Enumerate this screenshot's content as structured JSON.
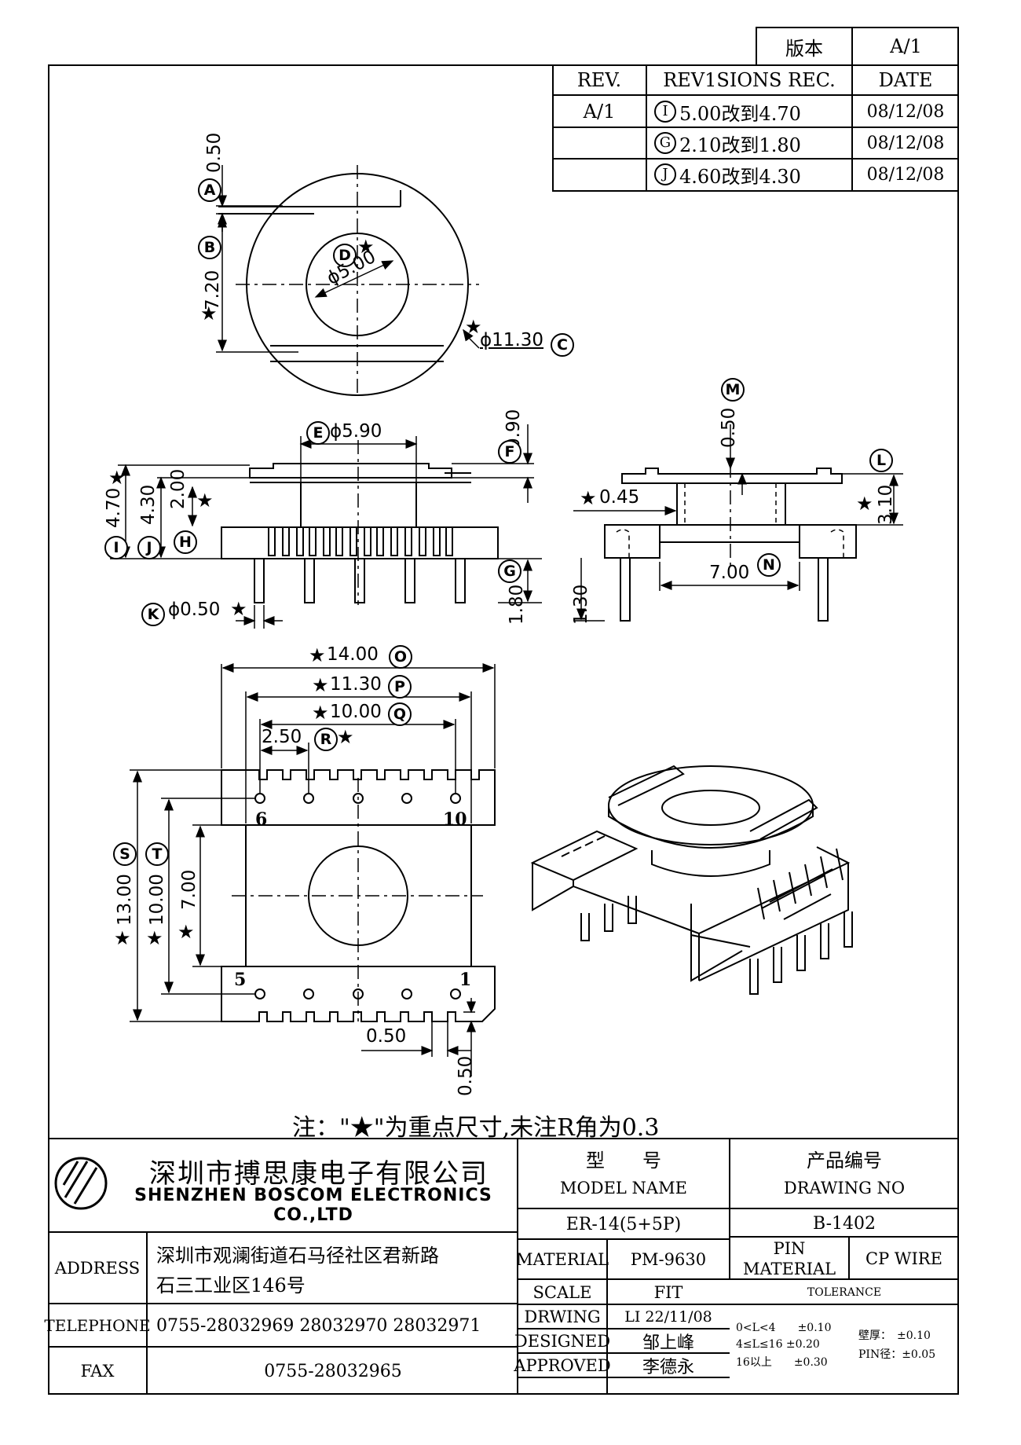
{
  "version_box": {
    "label": "版本",
    "value": "A/1"
  },
  "revisions": {
    "headers": [
      "REV.",
      "REV1SIONS REC.",
      "DATE"
    ],
    "rows": [
      {
        "rev": "A/1",
        "letter": "I",
        "text": "5.00改到4.70",
        "date": "08/12/08"
      },
      {
        "rev": "",
        "letter": "G",
        "text": "2.10改到1.80",
        "date": "08/12/08"
      },
      {
        "rev": "",
        "letter": "J",
        "text": "4.60改到4.30",
        "date": "08/12/08"
      }
    ]
  },
  "dims": {
    "A": "0.50",
    "B": "7.20",
    "D": "ϕ5.00",
    "C": "ϕ11.30",
    "E": "ϕ5.90",
    "F": "0.90",
    "H": "2.00",
    "J": "4.30",
    "I": "4.70",
    "K": "ϕ0.50",
    "G": "1.80",
    "M": "0.50",
    "L": "3.10",
    "N": "7.00",
    "side_045": "0.45",
    "side_130": "1.30",
    "O": "14.00",
    "P": "11.30",
    "Q": "10.00",
    "R": "2.50",
    "S": "13.00",
    "T": "10.00",
    "bottom_700": "7.00",
    "bottom_050a": "0.50",
    "bottom_050b": "0.50",
    "pin_6": "6",
    "pin_10": "10",
    "pin_5": "5",
    "pin_1": "1"
  },
  "note": "注：\"★\"为重点尺寸,未注R角为0.3",
  "title_block": {
    "company_cn": "深圳市搏思康电子有限公司",
    "company_en": "SHENZHEN BOSCOM ELECTRONICS CO.,LTD",
    "address_label": "ADDRESS",
    "address_line1": "深圳市观澜街道石马径社区君新路",
    "address_line2": "石三工业区146号",
    "telephone_label": "TELEPHONE",
    "telephone": "0755-28032969 28032970 28032971",
    "fax_label": "FAX",
    "fax": "0755-28032965",
    "model_cn": "型　　号",
    "model_en": "MODEL NAME",
    "model_value": "ER-14(5+5P)",
    "drawing_cn": "产品编号",
    "drawing_en": "DRAWING NO",
    "drawing_value": "B-1402",
    "material_label": "MATERIAL",
    "material_value": "PM-9630",
    "pin_material_label_1": "PIN",
    "pin_material_label_2": "MATERIAL",
    "pin_material_value": "CP WIRE",
    "scale_label": "SCALE",
    "scale_value": "FIT",
    "drawing_label": "DRWING",
    "drawing_by": "LI 22/11/08",
    "designed_label": "DESIGNED",
    "designed_by": "邹上峰",
    "approved_label": "APPROVED",
    "approved_by": "李德永",
    "tolerance_label": "TOLERANCE",
    "tol_1": "0<L<4　　±0.10",
    "tol_2": "4≤L≤16 ±0.20",
    "tol_3": "16以上　　±0.30",
    "wall_thickness": "壁厚：　±0.10",
    "pin_diameter": "PIN径：±0.05"
  }
}
